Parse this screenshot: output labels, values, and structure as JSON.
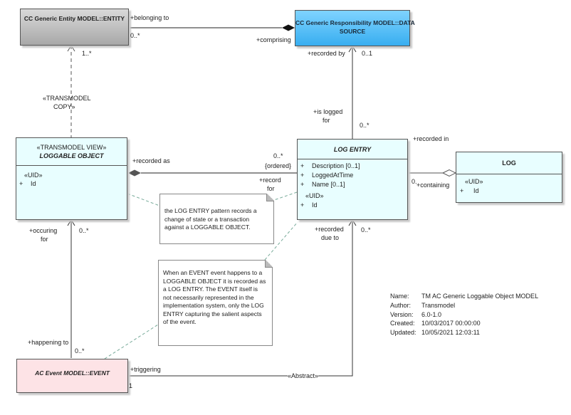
{
  "boxes": {
    "entity": {
      "title": "CC Generic Entity MODEL::ENTITY"
    },
    "datasource": {
      "title_line1": "CC Generic Responsibility MODEL::DATA",
      "title_line2": "SOURCE"
    },
    "loggable": {
      "stereotype": "«TRANSMODEL VIEW»",
      "title": "LOGGABLE OBJECT",
      "uid": "«UID»",
      "attr_vis": "+",
      "attr": "Id"
    },
    "logentry": {
      "title": "LOG ENTRY",
      "attrs": [
        {
          "vis": "+",
          "name": "Description [0..1]"
        },
        {
          "vis": "+",
          "name": "LoggedAtTime"
        },
        {
          "vis": "+",
          "name": "Name [0..1]"
        }
      ],
      "uid": "«UID»",
      "uid_vis": "+",
      "uid_attr": "Id"
    },
    "log": {
      "title": "LOG",
      "uid": "«UID»",
      "attr_vis": "+",
      "attr": "Id"
    },
    "event": {
      "title": "AC Event MODEL::EVENT"
    }
  },
  "labels": {
    "belonging_to": "+belonging to",
    "mult_0star_a": "0..*",
    "comprising": "+comprising",
    "recorded_by": "+recorded by",
    "mult_01": "0..1",
    "mult_1star": "1..*",
    "transmodel_copy_1": "«TRANSMODEL",
    "transmodel_copy_2": "COPY»",
    "is_logged_1": "+is logged",
    "is_logged_2": "for",
    "mult_0star_b": "0..*",
    "recorded_in": "+recorded in",
    "recorded_as": "+recorded as",
    "mult_0star_c": "0..*",
    "ordered": "{ordered}",
    "record_for_1": "+record",
    "record_for_2": "for",
    "mult_0_log": "0..*",
    "containing": "+containing",
    "occuring_1": "+occuring",
    "occuring_2": "for",
    "mult_0star_d": "0..*",
    "recorded_due_1": "+recorded",
    "recorded_due_2": "due to",
    "mult_0star_e": "0..*",
    "happening_to": "+happening to",
    "mult_0star_f": "0..*",
    "triggering": "+triggering",
    "mult_1": "1",
    "abstract": "«Abstract»"
  },
  "notes": {
    "note1": "the LOG ENTRY pattern records a change of state or a transaction against a LOGGABLE OBJECT.",
    "note2": "When an EVENT event happens to a LOGGABLE OBJECT it is recorded as a LOG ENTRY. The EVENT itself is not necessarily represented in the implementation system, only the LOG ENTRY capturing the salient aspects of the event."
  },
  "metadata": [
    {
      "key": "Name:",
      "value": "TM AC Generic Loggable Object MODEL"
    },
    {
      "key": "Author:",
      "value": "Transmodel"
    },
    {
      "key": "Version:",
      "value": "6.0-1.0"
    },
    {
      "key": "Created:",
      "value": "10/03/2017 00:00:00"
    },
    {
      "key": "Updated:",
      "value": "10/05/2021 12:03:11"
    }
  ],
  "colors": {
    "entity": "#b4b4b4",
    "datasource": "#4ab8f4",
    "view": "#e8feff",
    "event": "#fde3e6"
  }
}
